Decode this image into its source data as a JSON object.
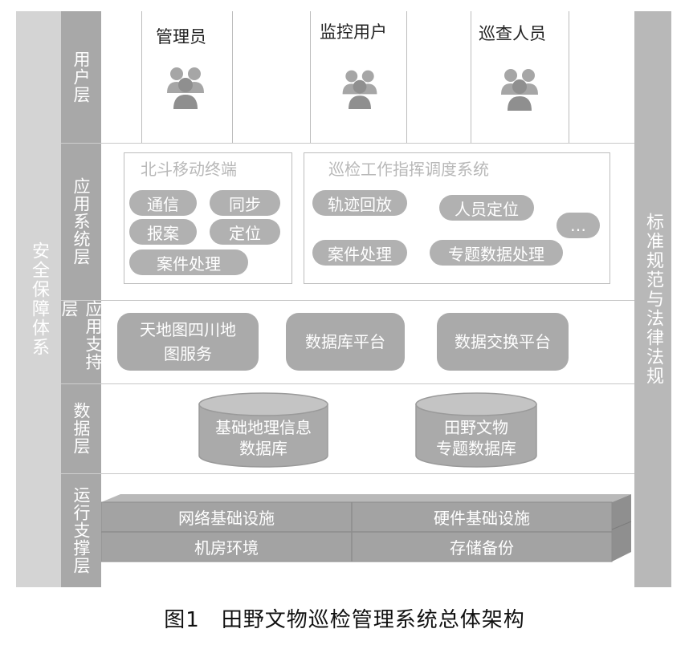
{
  "sides": {
    "left": "安全保障体系",
    "right": "标准规范与法律法规"
  },
  "layers": {
    "user": "用户层",
    "app_system": "应用系统层",
    "app_support": "应用支持层",
    "data": "数据层",
    "ops_support": "运行支撑层"
  },
  "users": [
    {
      "label": "管理员",
      "icon": "user-group-icon"
    },
    {
      "label": "监控用户",
      "icon": "user-group-icon"
    },
    {
      "label": "巡查人员",
      "icon": "user-group-icon"
    }
  ],
  "beidou": {
    "title": "北斗移动终端",
    "items": [
      "通信",
      "同步",
      "报案",
      "定位",
      "案件处理"
    ]
  },
  "dispatch": {
    "title": "巡检工作指挥调度系统",
    "items": [
      "轨迹回放",
      "人员定位",
      "…",
      "案件处理",
      "专题数据处理"
    ]
  },
  "support": {
    "map": "天地图四川地图服务",
    "map_line1": "天地图四川地",
    "map_line2": "图服务",
    "db_platform": "数据库平台",
    "exchange": "数据交换平台"
  },
  "data": {
    "geo_db_line1": "基础地理信息",
    "geo_db_line2": "数据库",
    "relic_db_line1": "田野文物",
    "relic_db_line2": "专题数据库"
  },
  "infra": {
    "network": "网络基础设施",
    "hardware": "硬件基础设施",
    "machine_room": "机房环境",
    "storage": "存储备份"
  },
  "caption": "图1　田野文物巡检管理系统总体架构",
  "colors": {
    "pill": "#b1b1b1",
    "layer_column": "#a8a8a8",
    "frame": "#d4d4d4"
  }
}
